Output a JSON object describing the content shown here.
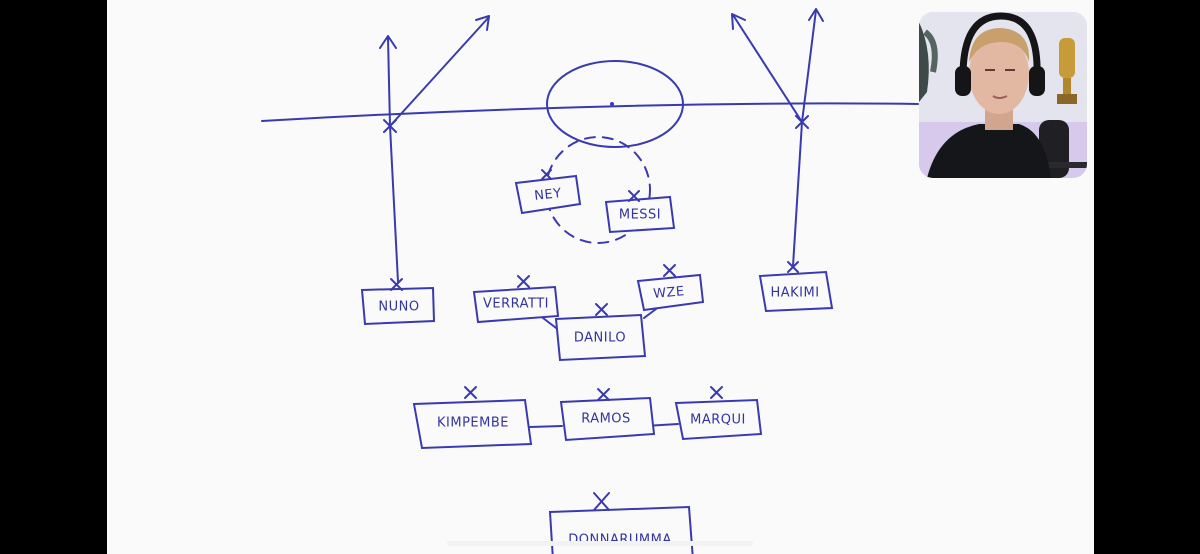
{
  "players": {
    "ney": "NEY",
    "messi": "MESSI",
    "nuno": "NUNO",
    "verratti": "VERRATTI",
    "wze": "WZE",
    "hakimi": "HAKIMI",
    "danilo": "DANILO",
    "kimpembe": "KIMPEMBE",
    "ramos": "RAMOS",
    "marqui": "MARQUI",
    "donnarumma": "DONNARUMMA"
  },
  "colors": {
    "ink": "#3a3ab0",
    "board": "#fafafb",
    "frame": "#000000"
  },
  "icons": {
    "player_marker": "x-mark-icon",
    "run": "arrow-icon"
  }
}
